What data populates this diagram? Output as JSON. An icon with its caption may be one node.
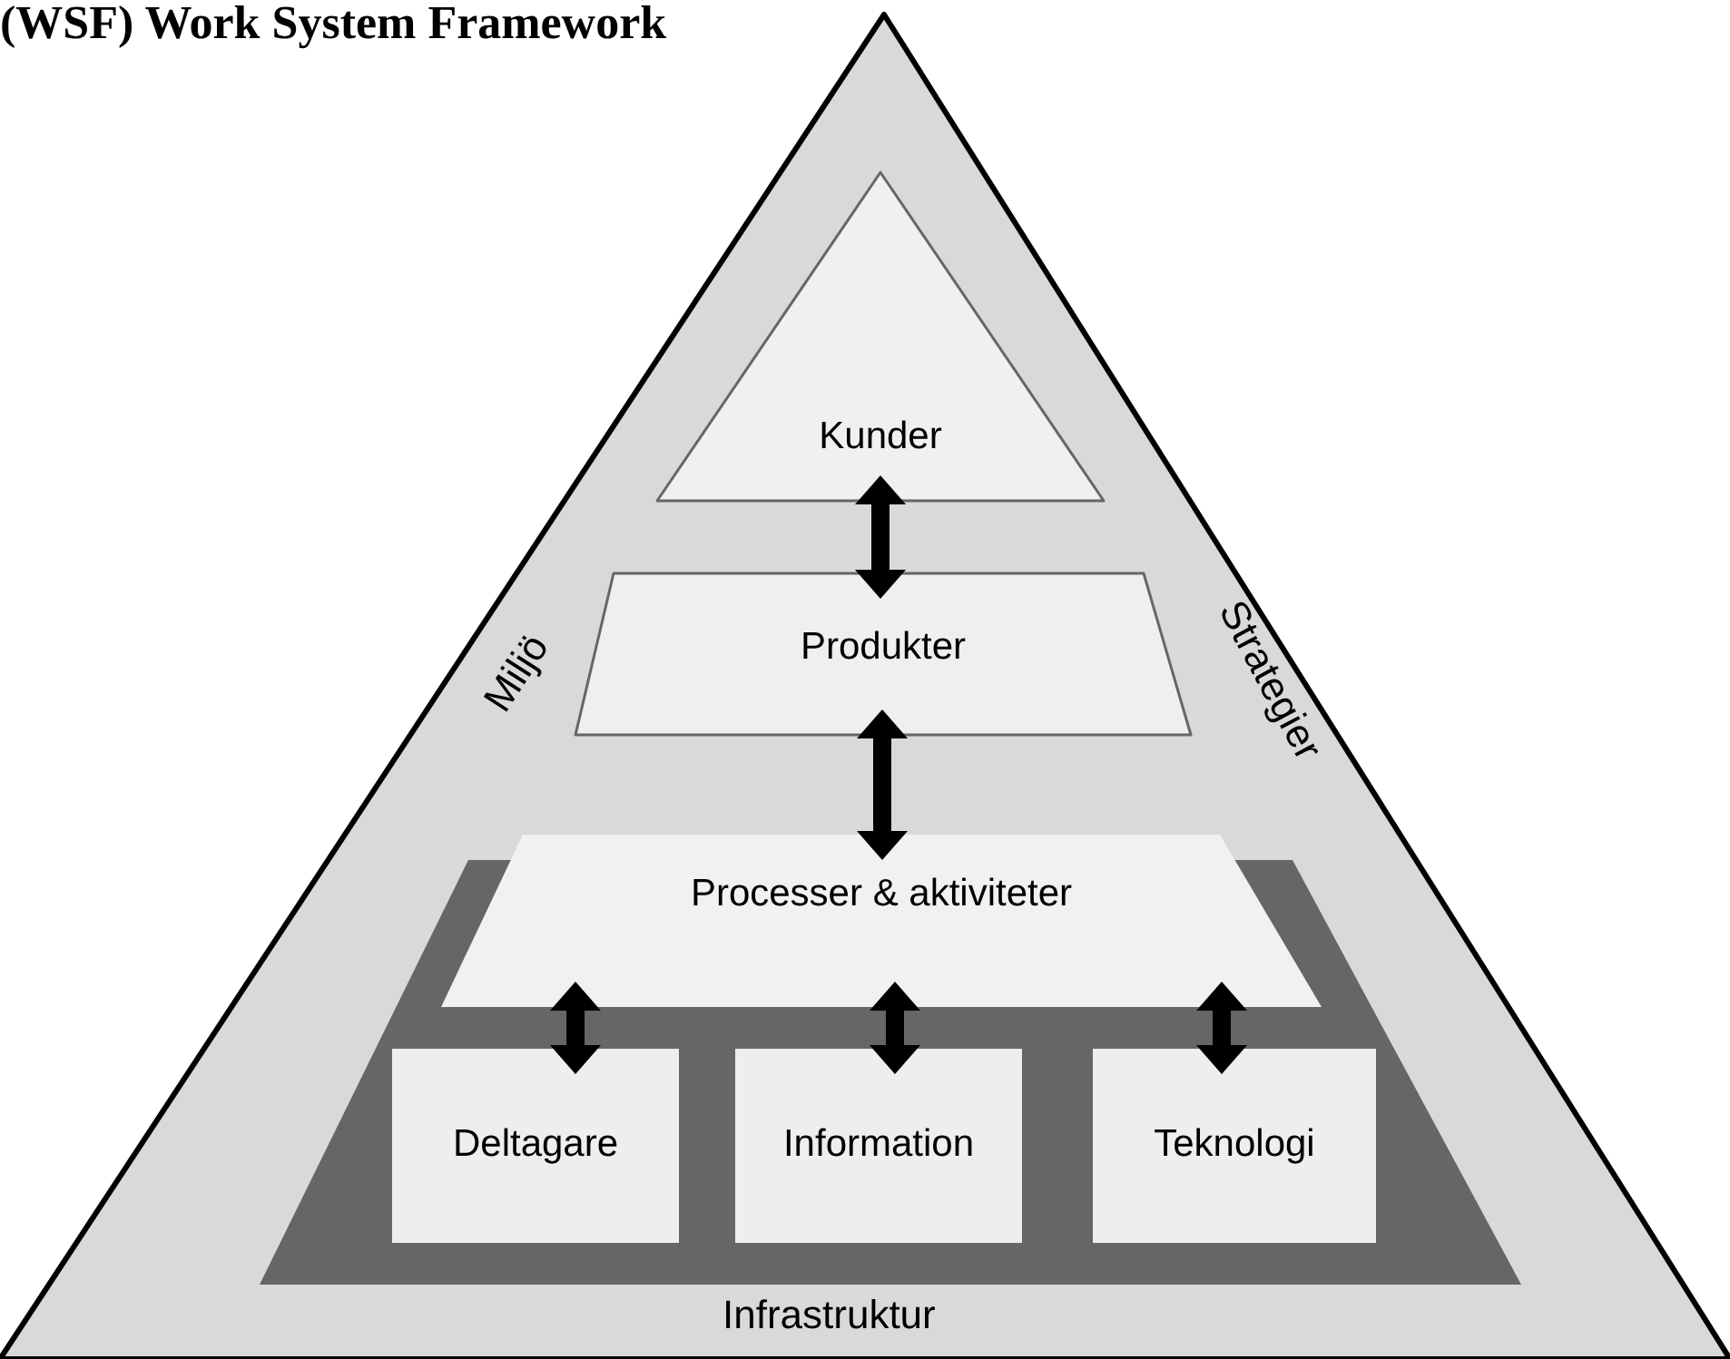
{
  "diagram": {
    "title": "(WSF) Work System Framework",
    "nodes": [
      {
        "text": [
          "Miljö",
          "Strategier",
          "Infrastruktur"
        ]
      },
      {
        "text": [
          "Kunder"
        ],
        "in": 0
      },
      {
        "text": [
          "Produkter"
        ],
        "in": 0
      },
      {
        "text": [],
        "shape": "box",
        "in": 0
      },
      {
        "text": [
          "Processer & aktiviteter"
        ],
        "in": 3
      },
      {
        "text": [
          "Deltagare"
        ],
        "in": 3
      },
      {
        "text": [
          "Information"
        ],
        "in": 3
      },
      {
        "text": [
          "Teknologi"
        ],
        "in": 3
      }
    ],
    "edges": [
      {
        "from": 1,
        "to": 2,
        "arrow": "both"
      },
      {
        "from": 2,
        "to": 4,
        "arrow": "both"
      },
      {
        "from": 4,
        "to": 5,
        "arrow": "both"
      },
      {
        "from": 4,
        "to": 6,
        "arrow": "both"
      },
      {
        "from": 4,
        "to": 7,
        "arrow": "both"
      }
    ]
  }
}
